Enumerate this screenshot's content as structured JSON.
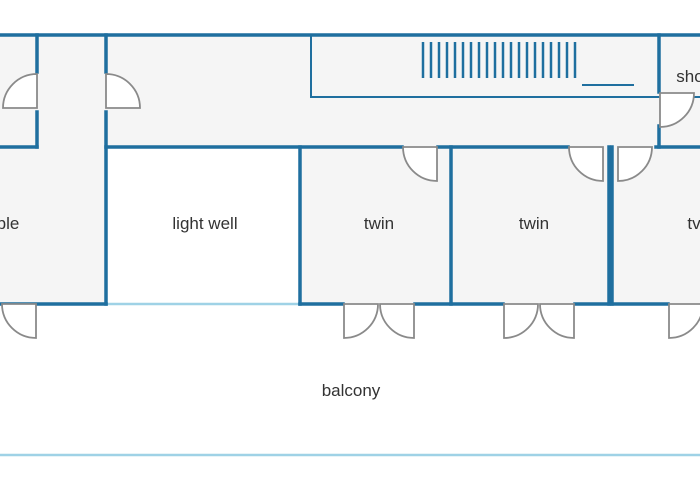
{
  "plan": {
    "rooms": [
      {
        "key": "double",
        "label": "ble"
      },
      {
        "key": "light_well",
        "label": "light well"
      },
      {
        "key": "twin_1",
        "label": "twin"
      },
      {
        "key": "twin_2",
        "label": "twin"
      },
      {
        "key": "twin_3",
        "label": "tv"
      },
      {
        "key": "shower",
        "label": "sho"
      },
      {
        "key": "balcony",
        "label": "balcony"
      }
    ]
  },
  "colors": {
    "wall": "#1f6f9f",
    "glass": "#9fd2e6",
    "floor": "#f5f5f5",
    "text": "#333333",
    "door": "#8a8a8a"
  }
}
